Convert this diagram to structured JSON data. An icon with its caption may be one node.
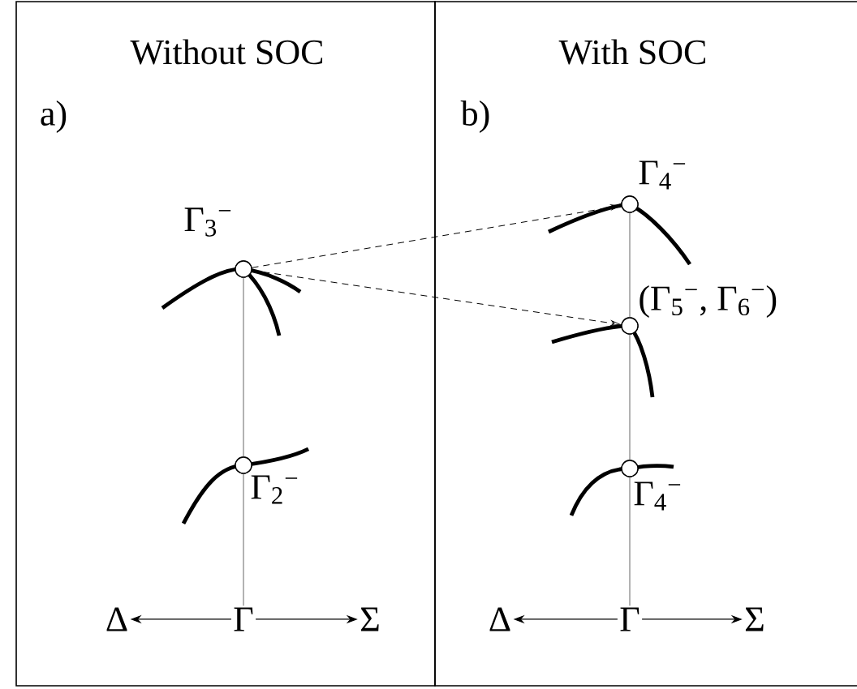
{
  "diagram": {
    "nodes": [
      {
        "text": [
          "Without SOC",
          "a)"
        ]
      },
      {
        "text": [
          "With SOC",
          "b)"
        ]
      },
      {
        "text": [],
        "shape": "circle",
        "in": 0,
        "beside": [
          "Γ$_{3}$$^{−}$"
        ]
      },
      {
        "text": [],
        "shape": "circle",
        "in": 0,
        "beside": [
          "Γ$_{2}$$^{−}$"
        ]
      },
      {
        "text": [],
        "shape": "circle",
        "in": 1,
        "beside": [
          "Γ$_{4}$$^{−}$"
        ]
      },
      {
        "text": [],
        "shape": "circle",
        "in": 1,
        "beside": [
          "(Γ$_{5}$$^{−}$, Γ$_{6}$$^{−}$)"
        ]
      },
      {
        "text": [],
        "shape": "circle",
        "in": 1,
        "beside": [
          "Γ$_{4}$$^{−}$"
        ]
      },
      {
        "text": [
          "Γ"
        ],
        "in": 0
      },
      {
        "text": [
          "Δ"
        ],
        "in": 0
      },
      {
        "text": [
          "Σ"
        ],
        "in": 0
      },
      {
        "text": [
          "Γ"
        ],
        "in": 1
      },
      {
        "text": [
          "Δ"
        ],
        "in": 1
      },
      {
        "text": [
          "Σ"
        ],
        "in": 1
      }
    ],
    "edges": [
      {
        "from": 2,
        "to": 4,
        "arrow": "to",
        "style": "dashed"
      },
      {
        "from": 2,
        "to": 5,
        "arrow": "to",
        "style": "dashed"
      },
      {
        "from": 7,
        "to": 8,
        "arrow": "to"
      },
      {
        "from": 7,
        "to": 9,
        "arrow": "to"
      },
      {
        "from": 10,
        "to": 11,
        "arrow": "to"
      },
      {
        "from": 10,
        "to": 12,
        "arrow": "to"
      },
      {
        "from": 7,
        "to": 3,
        "arrow": "none",
        "color": "#808080"
      },
      {
        "from": 3,
        "to": 2,
        "arrow": "none",
        "color": "#808080"
      },
      {
        "from": 10,
        "to": 6,
        "arrow": "none",
        "color": "#808080"
      },
      {
        "from": 6,
        "to": 5,
        "arrow": "none",
        "color": "#808080"
      },
      {
        "from": 5,
        "to": 4,
        "arrow": "none",
        "color": "#808080"
      }
    ]
  }
}
